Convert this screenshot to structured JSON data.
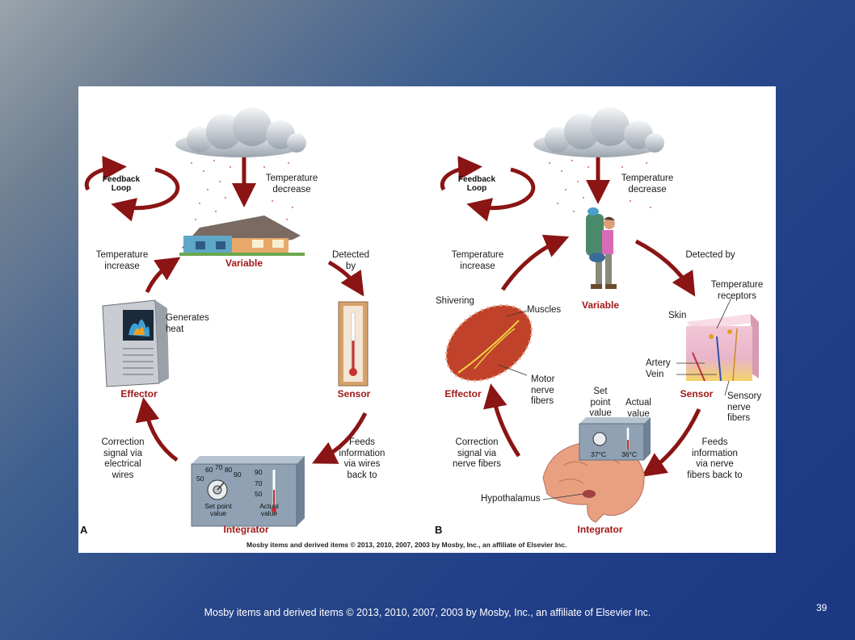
{
  "slide": {
    "footer": "Mosby items and derived items © 2013, 2010, 2007, 2003 by Mosby, Inc., an affiliate of Elsevier Inc.",
    "page_number": "39"
  },
  "figure": {
    "copyright": "Mosby items and derived items © 2013, 2010, 2007, 2003 by Mosby, Inc., an affiliate of Elsevier Inc.",
    "panel_a": {
      "panel_label": "A",
      "feedback_loop": "Feedback\nLoop",
      "temp_decrease": "Temperature\ndecrease",
      "variable": "Variable",
      "detected_by": "Detected\nby",
      "sensor": "Sensor",
      "feeds_info": "Feeds\ninformation\nvia wires\nback to",
      "integrator": "Integrator",
      "correction": "Correction\nsignal via\nelectrical\nwires",
      "effector": "Effector",
      "generates_heat": "Generates\nheat",
      "temp_increase": "Temperature\nincrease",
      "thermostat": {
        "dial_ticks": [
          "50",
          "60",
          "70",
          "80",
          "90"
        ],
        "set_point": "Set point\nvalue",
        "scale": [
          "90",
          "70",
          "50"
        ],
        "actual": "Actual\nvalue"
      }
    },
    "panel_b": {
      "panel_label": "B",
      "feedback_loop": "Feedback\nLoop",
      "temp_decrease": "Temperature\ndecrease",
      "variable": "Variable",
      "detected_by": "Detected by",
      "temp_receptors": "Temperature\nreceptors",
      "skin": "Skin",
      "artery": "Artery",
      "vein": "Vein",
      "sensor": "Sensor",
      "sensory_nerves": "Sensory\nnerve\nfibers",
      "feeds_info": "Feeds\ninformation\nvia nerve\nfibers back to",
      "integrator": "Integrator",
      "hypothalamus": "Hypothalamus",
      "set_point": "Set\npoint\nvalue",
      "actual": "Actual\nvalue",
      "set_temp": "37°C",
      "actual_temp": "36°C",
      "correction": "Correction\nsignal via\nnerve fibers",
      "effector": "Effector",
      "shivering": "Shivering",
      "muscles": "Muscles",
      "motor_nerves": "Motor\nnerve\nfibers",
      "temp_increase": "Temperature\nincrease"
    }
  },
  "colors": {
    "arrow": "#8b1414",
    "label_red": "#a01818",
    "device_gray": "#8fa1b3"
  }
}
